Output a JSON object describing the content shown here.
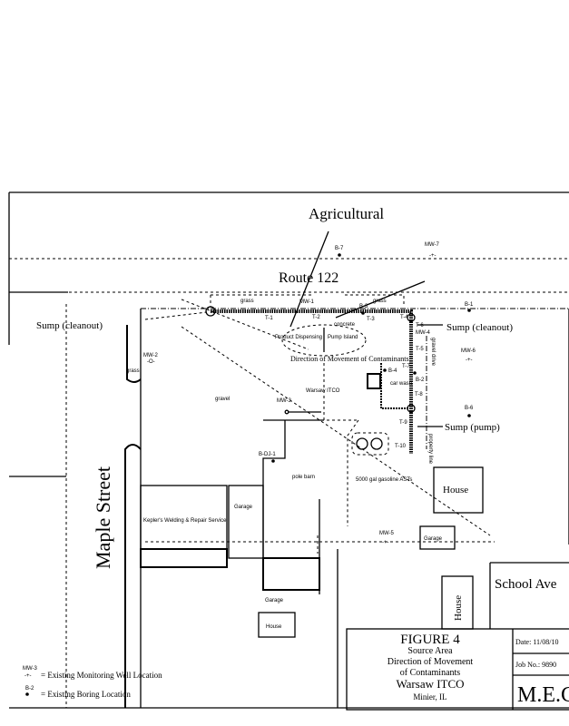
{
  "labels": {
    "agricultural": "Agricultural",
    "route": "Route 122",
    "maple_street": "Maple Street",
    "school_ave": "School Ave",
    "sump_cleanout_left": "Sump (cleanout)",
    "sump_cleanout_right": "Sump (cleanout)",
    "sump_pump": "Sump (pump)",
    "gravel_drive": "gravel drive",
    "property_line": "property line",
    "direction": "Direction of Movement of Contaminants",
    "warsaw": "Warsaw ITCO",
    "gravel": "gravel",
    "grass_left": "grass",
    "grass_top": "grass",
    "grass_right": "grass",
    "concrete": "concrete",
    "product_dispensing": "Product Dispensing",
    "pump_island": "Pump Island",
    "car_wash": "car wash",
    "tanks": "5000 gal gasoline ASTs",
    "pole_barn": "pole barn",
    "keplers": "Kepler's Welding & Repair Service",
    "garage1": "Garage",
    "garage2": "Garage",
    "garage3": "Garage",
    "house1": "House",
    "house2": "House",
    "house3": "House"
  },
  "points": {
    "B-7": "B-7",
    "MW-7": "MW-7",
    "B-1": "B-1",
    "MW-6": "MW-6",
    "B-6": "B-6",
    "MW-2": "MW-2",
    "MW-3": "MW-3",
    "B-4": "B-4",
    "MW-4": "MW-4",
    "B-2": "B-2",
    "MW-5": "MW-5",
    "B-DJ-1": "B-DJ-1",
    "MW-1": "MW-1",
    "B-3": "B-3",
    "T-1": "T-1",
    "T-2": "T-2",
    "T-3": "T-3",
    "T-4": "T-4",
    "T-5": "T-5",
    "T-6": "T-6",
    "T-7": "T-7",
    "T-8": "T-8",
    "T-9": "T-9",
    "T-10": "T-10"
  },
  "title_block": {
    "figure": "FIGURE 4",
    "line1": "Source Area",
    "line2": "Direction of Movement",
    "line3": "of Contaminants",
    "site": "Warsaw ITCO",
    "location": "Minier, IL",
    "date": "Date: 11/08/10",
    "job": "Job No.: 9890",
    "company": "M.E.C"
  },
  "legend": {
    "mw_symbol": "MW-3",
    "mw_text": "= Existing Monitoring Well Location",
    "boring_symbol": "B-2",
    "boring_text": "= Existing Boring Location"
  }
}
